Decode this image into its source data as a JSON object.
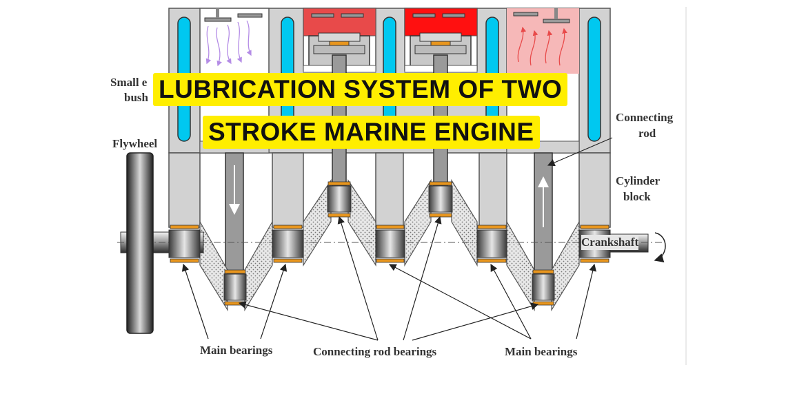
{
  "title": {
    "line1": "LUBRICATION SYSTEM OF TWO",
    "line2": "STROKE MARINE ENGINE"
  },
  "labels": {
    "small_end_bush_l1": "Small e",
    "small_end_bush_l2": "bush",
    "flywheel": "Flywheel",
    "connecting_rod_l1": "Connecting",
    "connecting_rod_l2": "rod",
    "cylinder_block_l1": "Cylinder",
    "cylinder_block_l2": "block",
    "crankshaft": "Crankshaft",
    "main_bearings_left": "Main bearings",
    "connecting_rod_bearings": "Connecting rod bearings",
    "main_bearings_right": "Main bearings"
  },
  "colors": {
    "title_highlight": "#ffee00",
    "coolant_channel": "#00c8f0",
    "bearing": "#e8961e",
    "piston_hot": "#e84a4a",
    "piston_fire": "#ff1010",
    "exhaust_glow": "#f6b8b8",
    "intake_air": "#b48ce6",
    "engine_block": "#d2d2d2"
  }
}
